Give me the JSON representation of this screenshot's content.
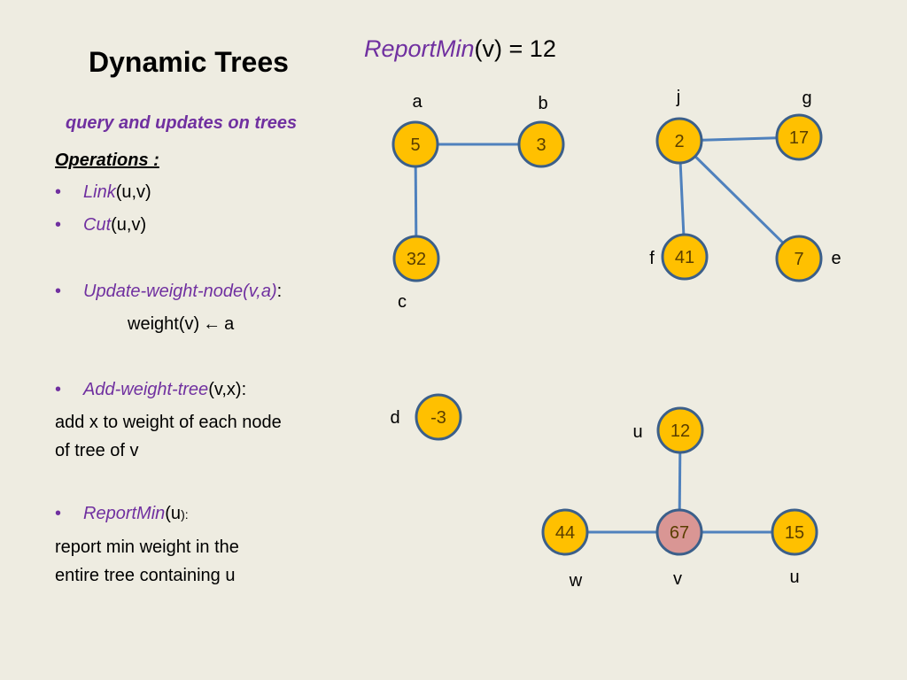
{
  "title": "Dynamic Trees",
  "formula": {
    "function": "ReportMin",
    "rest": "(v) = 12"
  },
  "subtitle": "query and updates on trees",
  "operations_heading": "Operations :",
  "bullet_char": "•",
  "operations": {
    "link": {
      "name": "Link",
      "args": "(u,v)"
    },
    "cut": {
      "name": "Cut",
      "args": "(u,v)"
    },
    "update": {
      "name": "Update-weight-node",
      "args": "(v,a)",
      "colon": ":",
      "detail_left": "weight(v)",
      "detail_right": "a",
      "arrow_glyph": "←"
    },
    "add": {
      "name": "Add-weight-tree",
      "args": "(v,x):",
      "detail_line1": "add x to weight of each node",
      "detail_line2": "of tree of v"
    },
    "report": {
      "name": "ReportMin",
      "args_main": "(u",
      "args_tail": "):",
      "detail_line1": "report min weight in the",
      "detail_line2": "entire tree containing u"
    }
  },
  "colors": {
    "node_fill": "#ffc000",
    "node_highlight_fill": "#d99694",
    "node_stroke": "#3b5f8a",
    "edge": "#4f81bd",
    "accent": "#7030a0",
    "background": "#eeece1"
  },
  "graph": {
    "nodes": [
      {
        "id": "a",
        "label": "a",
        "weight": "5"
      },
      {
        "id": "b",
        "label": "b",
        "weight": "3"
      },
      {
        "id": "c",
        "label": "c",
        "weight": "32"
      },
      {
        "id": "j",
        "label": "j",
        "weight": "2"
      },
      {
        "id": "g",
        "label": "g",
        "weight": "17"
      },
      {
        "id": "f",
        "label": "f",
        "weight": "41"
      },
      {
        "id": "e",
        "label": "e",
        "weight": "7"
      },
      {
        "id": "d",
        "label": "d",
        "weight": "-3"
      },
      {
        "id": "u_top",
        "label": "u",
        "weight": "12"
      },
      {
        "id": "v",
        "label": "v",
        "weight": "67",
        "highlight": true
      },
      {
        "id": "w",
        "label": "w",
        "weight": "44"
      },
      {
        "id": "u_right",
        "label": "u",
        "weight": "15"
      }
    ],
    "edges": [
      [
        "a",
        "b"
      ],
      [
        "a",
        "c"
      ],
      [
        "j",
        "g"
      ],
      [
        "j",
        "f"
      ],
      [
        "j",
        "e"
      ],
      [
        "u_top",
        "v"
      ],
      [
        "w",
        "v"
      ],
      [
        "v",
        "u_right"
      ]
    ]
  }
}
